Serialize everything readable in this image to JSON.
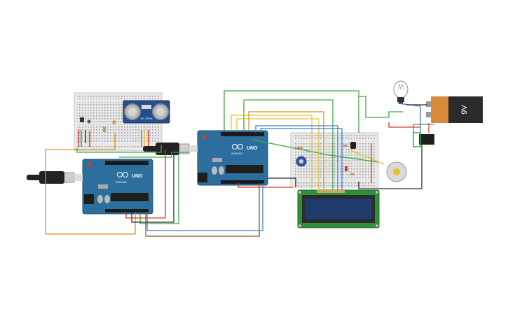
{
  "arduino_left": {
    "logo_text": "UNO",
    "brand_text": "ARDUINO"
  },
  "arduino_right": {
    "logo_text": "UNO",
    "brand_text": "ARDUINO"
  },
  "ultrasonic_sensor": {
    "model_text": "HC-SR04"
  },
  "battery": {
    "voltage_text": "9V"
  },
  "colors": {
    "arduino_board": "#2c6e9e",
    "breadboard": "#e8e8e8",
    "lcd_screen": "#1f3a6b",
    "lcd_pcb": "#2f8f3a",
    "battery_body": "#2b2b2b",
    "battery_cap": "#d98a3b",
    "wire_orange": "#e08a2a",
    "wire_green": "#3ca845",
    "wire_red": "#d63a2f",
    "wire_black": "#2a2a2a",
    "wire_yellow": "#e8c22a",
    "wire_blue": "#3b7fd1",
    "wire_brown": "#8b5a2b"
  }
}
